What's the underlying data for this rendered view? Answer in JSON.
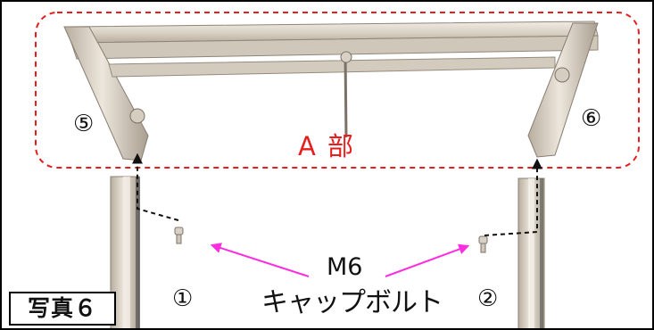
{
  "colors": {
    "region_outline": "#e51e1e",
    "region_label": "#e51e1e",
    "pointer_arrow": "#ff2de0",
    "guide_line": "#111111",
    "frame_metal": "#d8d0c4"
  },
  "labels": {
    "region": "A 部",
    "part_5": "⑤",
    "part_6": "⑥",
    "part_1": "①",
    "part_2": "②",
    "bolt_size": "M6",
    "bolt_name": "キャップボルト",
    "photo_caption": "写真６"
  }
}
